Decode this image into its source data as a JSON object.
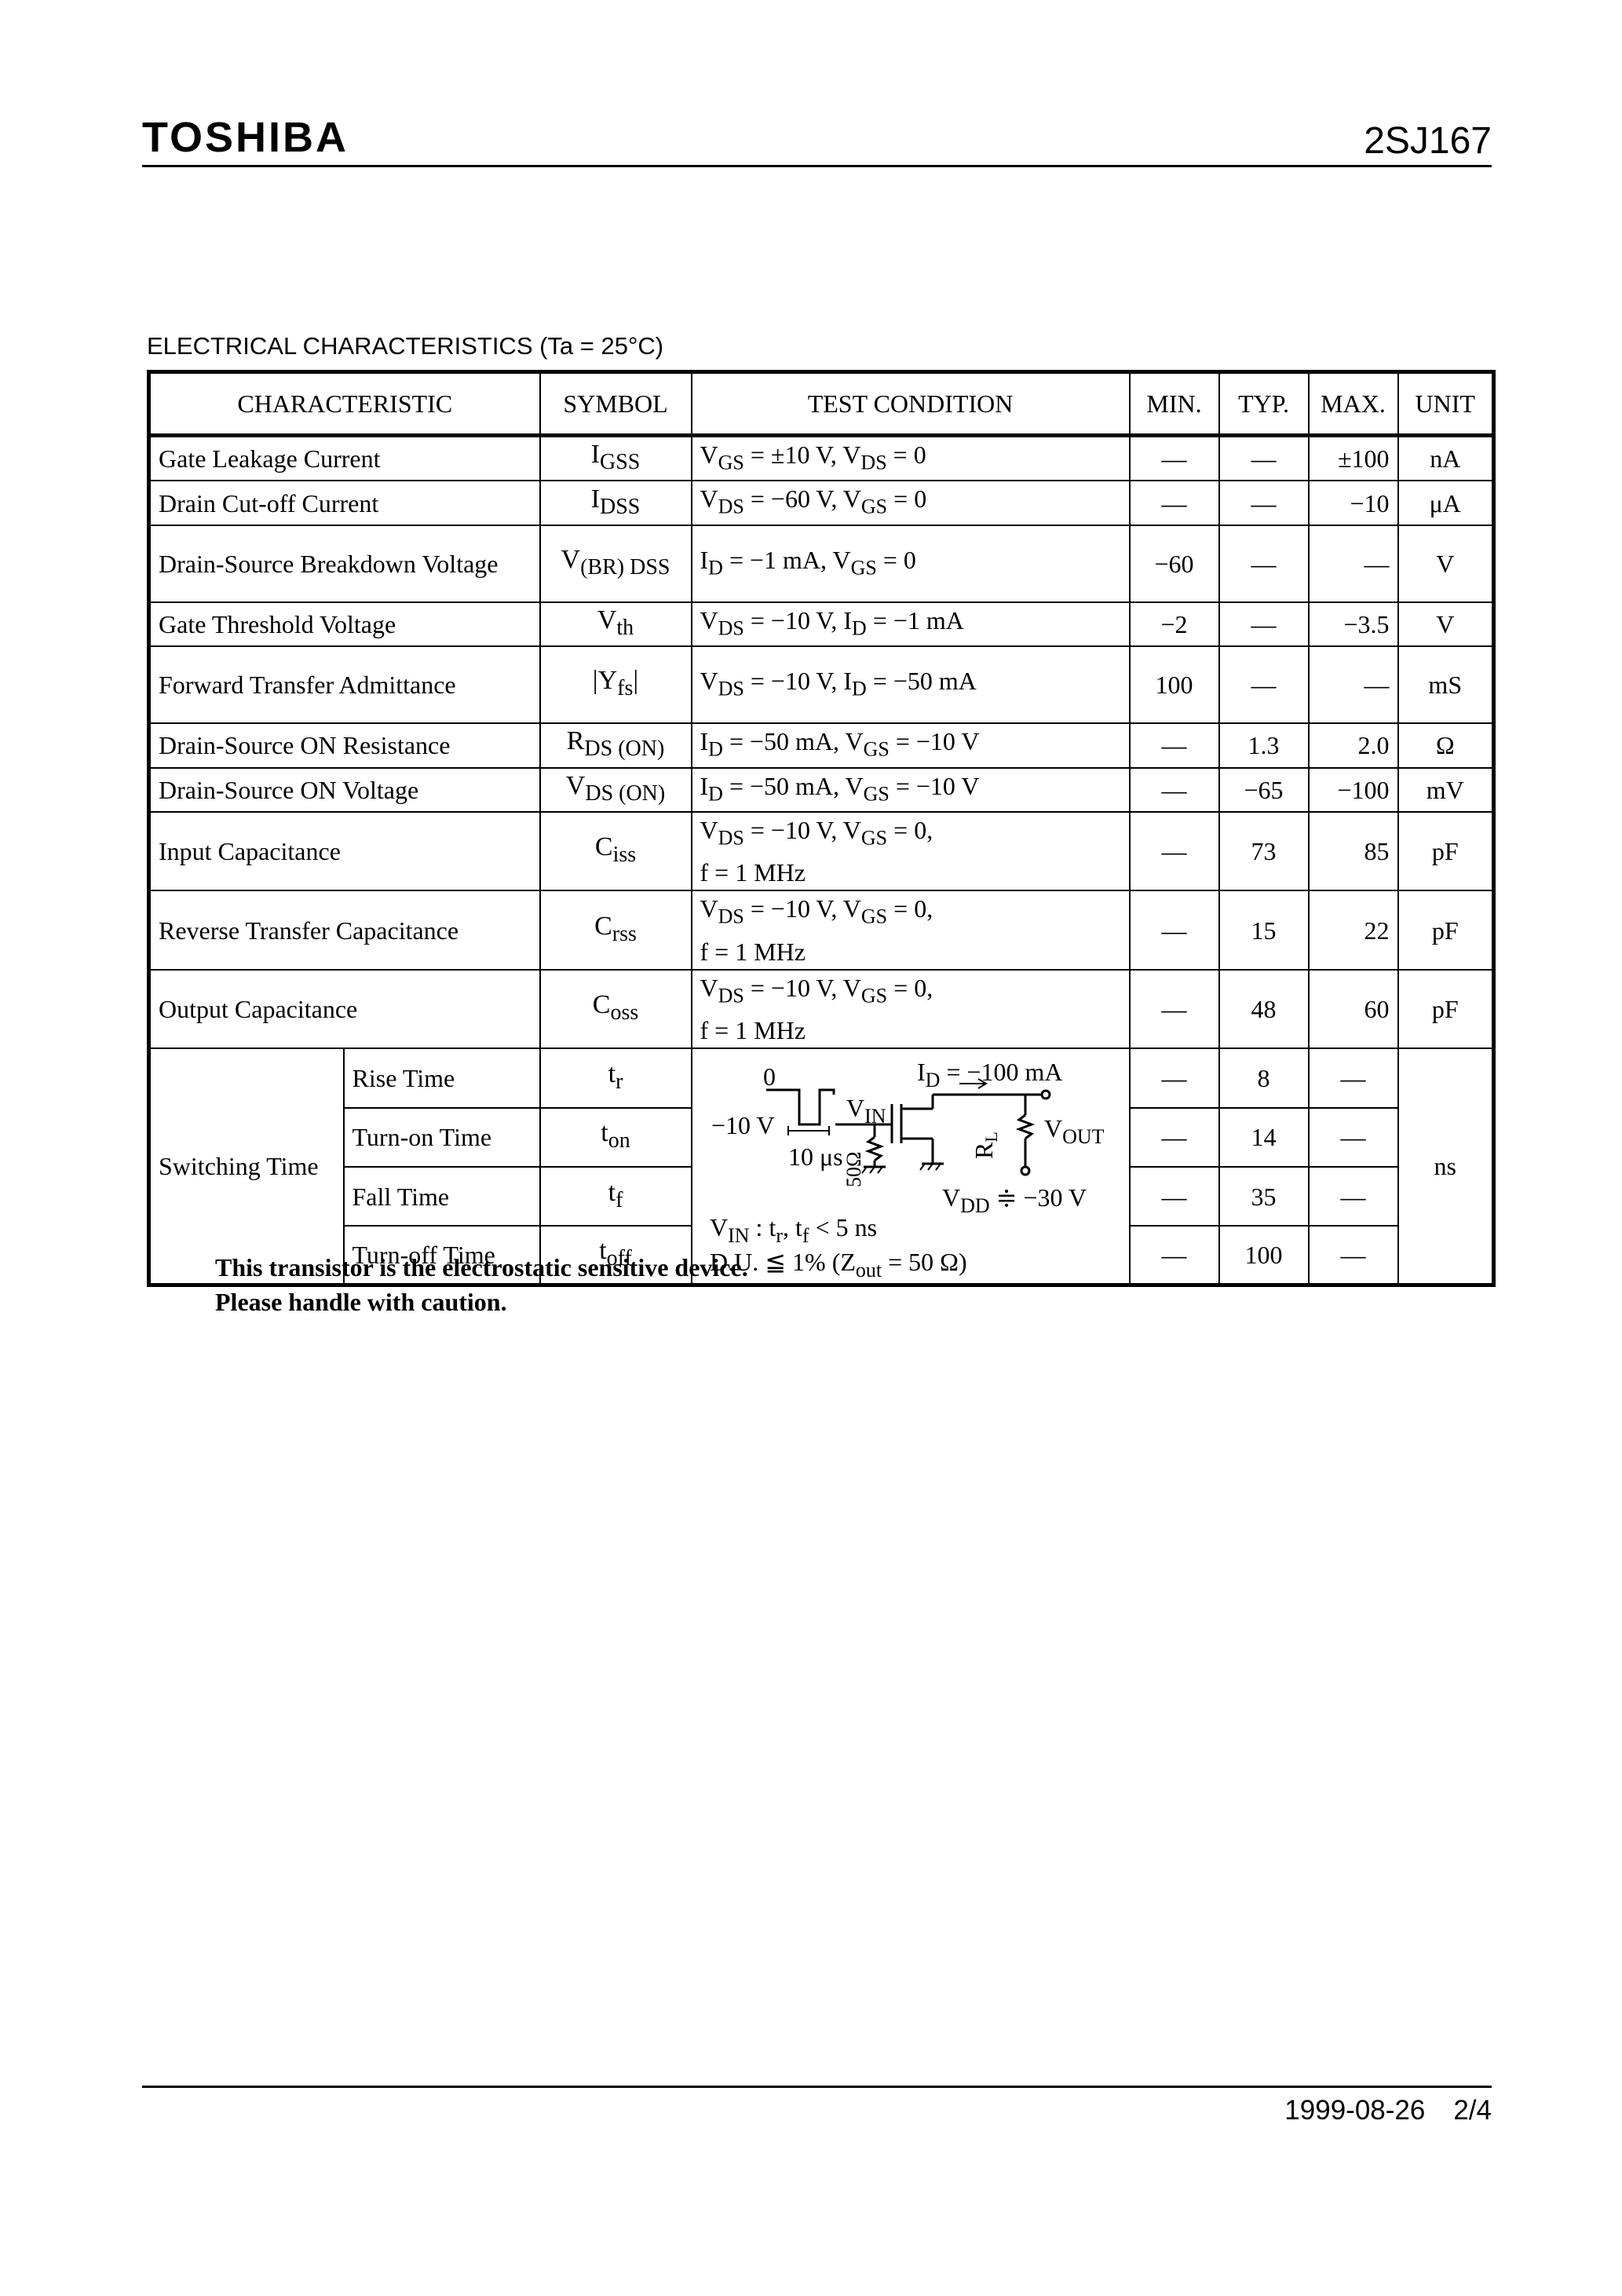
{
  "header": {
    "brand": "TOSHIBA",
    "part_number": "2SJ167"
  },
  "section_title": "ELECTRICAL CHARACTERISTICS (Ta = 25°C)",
  "table": {
    "columns": [
      "CHARACTERISTIC",
      "SYMBOL",
      "TEST CONDITION",
      "MIN.",
      "TYP.",
      "MAX.",
      "UNIT"
    ],
    "rows": [
      {
        "characteristic": "Gate Leakage Current",
        "symbol_main": "I",
        "symbol_sub": "GSS",
        "condition": "V<sub>GS</sub> = ±10 V, V<sub>DS</sub> = 0",
        "min": "—",
        "typ": "—",
        "max": "±100",
        "unit": "nA"
      },
      {
        "characteristic": "Drain Cut-off Current",
        "symbol_main": "I",
        "symbol_sub": "DSS",
        "condition": "V<sub>DS</sub> = −60 V, V<sub>GS</sub> = 0",
        "min": "—",
        "typ": "—",
        "max": "−10",
        "unit": "μA"
      },
      {
        "characteristic": "Drain-Source Breakdown Voltage",
        "symbol_main": "V",
        "symbol_sub": "(BR) DSS",
        "condition": "I<sub>D</sub> = −1 mA, V<sub>GS</sub> = 0",
        "min": "−60",
        "typ": "—",
        "max": "—",
        "unit": "V"
      },
      {
        "characteristic": "Gate Threshold Voltage",
        "symbol_main": "V",
        "symbol_sub": "th",
        "condition": "V<sub>DS</sub> = −10 V, I<sub>D</sub> = −1 mA",
        "min": "−2",
        "typ": "—",
        "max": "−3.5",
        "unit": "V"
      },
      {
        "characteristic": "Forward Transfer Admittance",
        "symbol_main": "|Y",
        "symbol_sub": "fs",
        "symbol_tail": "|",
        "condition": "V<sub>DS</sub> = −10 V, I<sub>D</sub> = −50 mA",
        "min": "100",
        "typ": "—",
        "max": "—",
        "unit": "mS"
      },
      {
        "characteristic": "Drain-Source ON Resistance",
        "symbol_main": "R",
        "symbol_sub": "DS (ON)",
        "condition": "I<sub>D</sub> = −50 mA, V<sub>GS</sub> = −10 V",
        "min": "—",
        "typ": "1.3",
        "max": "2.0",
        "unit": "Ω"
      },
      {
        "characteristic": "Drain-Source ON Voltage",
        "symbol_main": "V",
        "symbol_sub": "DS (ON)",
        "condition": "I<sub>D</sub> = −50 mA, V<sub>GS</sub> = −10 V",
        "min": "—",
        "typ": "−65",
        "max": "−100",
        "unit": "mV"
      },
      {
        "characteristic": "Input Capacitance",
        "symbol_main": "C",
        "symbol_sub": "iss",
        "condition": "V<sub>DS</sub> = −10 V, V<sub>GS</sub> = 0,<br>f = 1 MHz",
        "min": "—",
        "typ": "73",
        "max": "85",
        "unit": "pF"
      },
      {
        "characteristic": "Reverse Transfer Capacitance",
        "symbol_main": "C",
        "symbol_sub": "rss",
        "condition": "V<sub>DS</sub> = −10 V, V<sub>GS</sub> = 0,<br>f = 1 MHz",
        "min": "—",
        "typ": "15",
        "max": "22",
        "unit": "pF"
      },
      {
        "characteristic": "Output Capacitance",
        "symbol_main": "C",
        "symbol_sub": "oss",
        "condition": "V<sub>DS</sub> = −10 V, V<sub>GS</sub> = 0,<br>f = 1 MHz",
        "min": "—",
        "typ": "48",
        "max": "60",
        "unit": "pF"
      }
    ],
    "switching": {
      "group_label": "Switching Time",
      "unit": "ns",
      "rows": [
        {
          "name": "Rise Time",
          "symbol_main": "t",
          "symbol_sub": "r",
          "min": "—",
          "typ": "8",
          "max": "—"
        },
        {
          "name": "Turn-on Time",
          "symbol_main": "t",
          "symbol_sub": "on",
          "min": "—",
          "typ": "14",
          "max": "—"
        },
        {
          "name": "Fall Time",
          "symbol_main": "t",
          "symbol_sub": "f",
          "min": "—",
          "typ": "35",
          "max": "—"
        },
        {
          "name": "Turn-off Time",
          "symbol_main": "t",
          "symbol_sub": "off",
          "min": "—",
          "typ": "100",
          "max": "—"
        }
      ],
      "diagram": {
        "zero_label": "0",
        "neg_label": "−10 V",
        "pulse_width": "10 μs",
        "vin_label": "V",
        "vin_sub": "IN",
        "id_label": "I",
        "id_sub": "D",
        "id_value": " = −100 mA",
        "rl_label": "R",
        "rl_sub": "L",
        "vout_label": "V",
        "vout_sub": "OUT",
        "r50_label": "50Ω",
        "vdd_label": "V",
        "vdd_sub": "DD",
        "vdd_value": " ≑ −30 V",
        "note1_pre": "V",
        "note1_sub": "IN",
        "note1_mid": " : t",
        "note1_sub2": "r",
        "note1_mid2": ", t",
        "note1_sub3": "f",
        "note1_tail": " < 5 ns",
        "note2_pre": "D.U. ≦ 1% (Z",
        "note2_sub": "out",
        "note2_tail": " = 50 Ω)"
      }
    }
  },
  "notice": {
    "line1": "This transistor is the electrostatic sensitive device.",
    "line2": "Please handle with caution."
  },
  "footer": {
    "date": "1999-08-26",
    "page": "2/4"
  }
}
